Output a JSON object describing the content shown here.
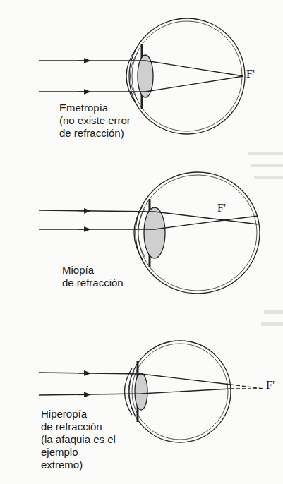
{
  "diagram": {
    "labels": [
      "F'",
      "Emetropía",
      "(no existe error de refracción)",
      "F'",
      "Miopía",
      "de refracción",
      "Hiperopía",
      "de refracción",
      "(la afaquia es el ejemplo extremo)",
      "F'"
    ]
  }
}
